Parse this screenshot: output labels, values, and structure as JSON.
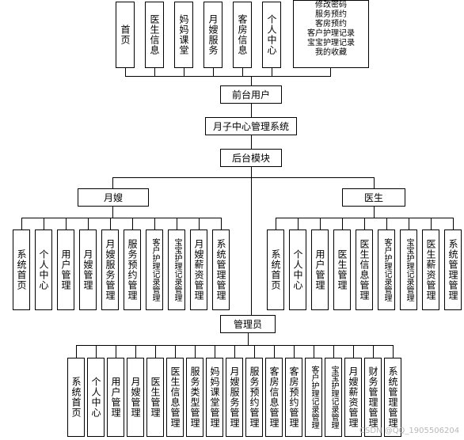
{
  "top_row": [
    "首页",
    "医生信息",
    "妈妈课堂",
    "月嫂服务",
    "客房信息",
    "个人中心"
  ],
  "top_note": [
    "修改密码",
    "服务预约",
    "客房预约",
    "客户护理记录",
    "宝宝护理记录",
    "我的收藏"
  ],
  "frontend": "前台用户",
  "system": "月子中心管理系统",
  "backend": "后台模块",
  "nurse": {
    "title": "月嫂",
    "items": [
      "系统首页",
      "个人中心",
      "用户管理",
      "月嫂管理",
      "月嫂服务管理",
      "服务预约管理",
      "客户护理记录管理",
      "宝宝护理记录管理",
      "月嫂薪资管理",
      "系统管理管理"
    ]
  },
  "doctor": {
    "title": "医生",
    "items": [
      "系统首页",
      "个人中心",
      "用户管理",
      "医生管理",
      "医生信息管理",
      "客户护理记录管理",
      "宝宝护理记录管理",
      "医生薪资管理",
      "系统管理管理"
    ]
  },
  "admin": {
    "title": "管理员",
    "items": [
      "系统首页",
      "个人中心",
      "用户管理",
      "月嫂管理",
      "医生管理",
      "医生信息管理",
      "服务类型管理",
      "妈妈课堂管理",
      "月嫂服务管理",
      "服务预约管理",
      "客房信息管理",
      "客房预约管理",
      "客户护理记录管理",
      "宝宝护理记录管理",
      "月嫂薪资管理",
      "财务管理管理",
      "系统管理管理"
    ]
  },
  "watermark": "CSDN @QQ_1905506204"
}
